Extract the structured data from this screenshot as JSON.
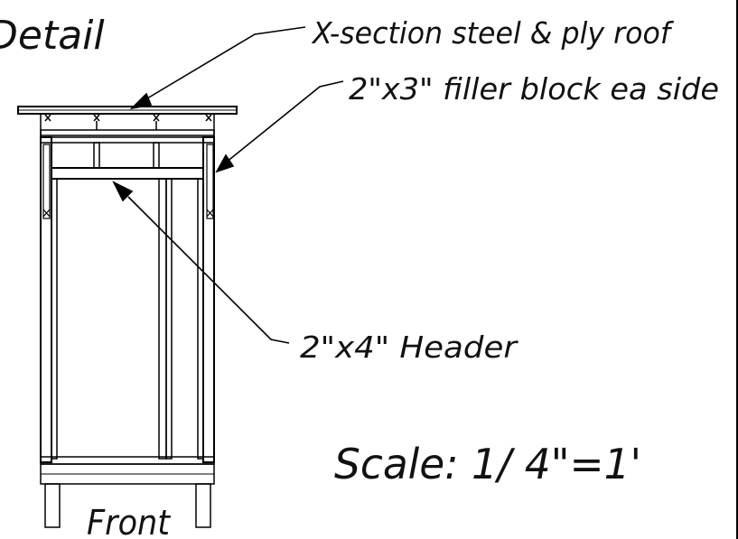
{
  "drawing": {
    "title_fragment": "Detail",
    "view_label": "Front",
    "scale_note": "Scale: 1/ 4\"=1'",
    "callouts": {
      "roof": "X-section steel & ply roof",
      "filler": "2\"x3\" filler block ea side",
      "header": "2\"x4\" Header"
    }
  },
  "colors": {
    "line": "#000000",
    "background": "#ffffff"
  }
}
